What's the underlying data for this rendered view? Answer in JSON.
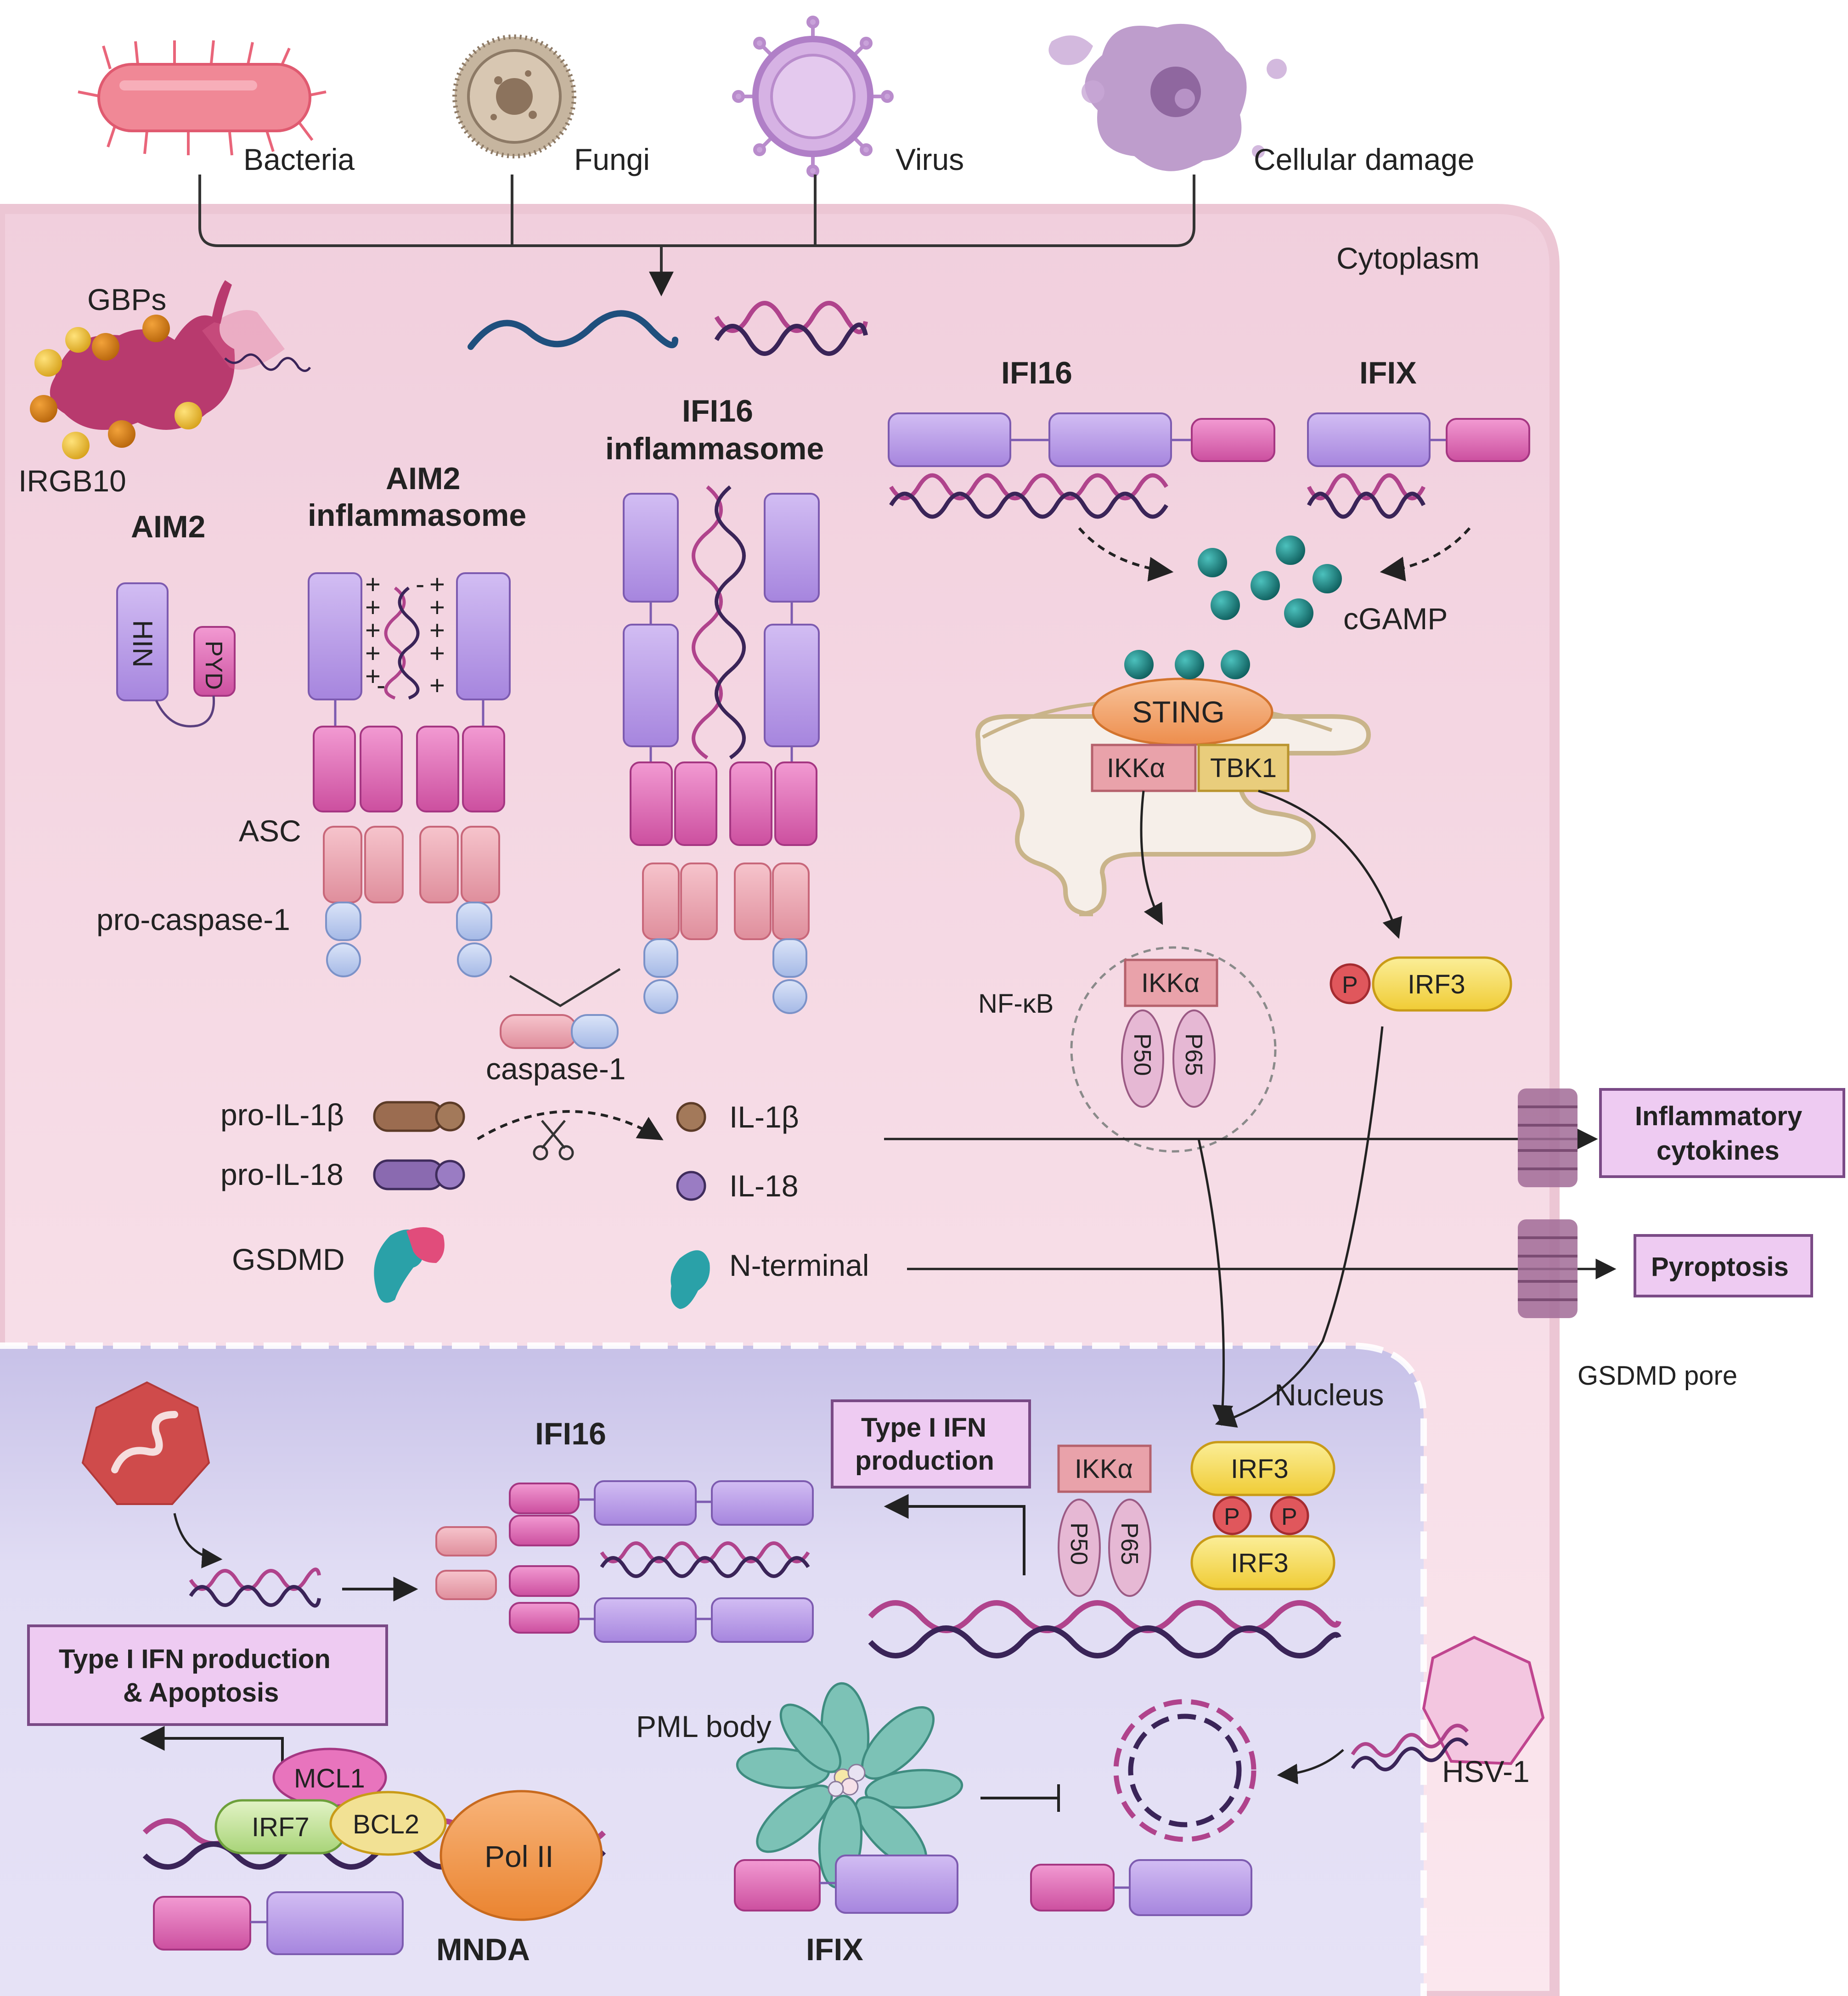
{
  "pathogens": {
    "bacteria": "Bacteria",
    "fungi": "Fungi",
    "virus": "Virus",
    "cellular_damage": "Cellular damage"
  },
  "compartments": {
    "cytoplasm": "Cytoplasm",
    "nucleus": "Nucleus",
    "gsdmd_pore": "GSDMD pore"
  },
  "top_left": {
    "gbps": "GBPs",
    "irgb10": "IRGB10"
  },
  "aim2": {
    "title": "AIM2",
    "hin": "HIN",
    "pyd": "PYD"
  },
  "aim2_inflammasome": {
    "title_line1": "AIM2",
    "title_line2": "inflammasome",
    "asc": "ASC",
    "pro_caspase": "pro-caspase-1",
    "charges_plus": "+",
    "charges_minus": "-"
  },
  "ifi16_inflammasome": {
    "title_line1": "IFI16",
    "title_line2": "inflammasome"
  },
  "caspase": {
    "label": "caspase-1"
  },
  "cytokines": {
    "pro_il1b": "pro-IL-1β",
    "pro_il18": "pro-IL-18",
    "il1b": "IL-1β",
    "il18": "IL-18",
    "gsdmd": "GSDMD",
    "n_terminal": "N-terminal"
  },
  "sensing": {
    "ifi16": "IFI16",
    "ifix": "IFIX",
    "cgamp": "cGAMP",
    "sting": "STING",
    "ikka": "IKKα",
    "tbk1": "TBK1",
    "nfkb": "NF-κB",
    "p50": "P50",
    "p65": "P65",
    "p": "P",
    "irf3": "IRF3"
  },
  "outcomes": {
    "inflammatory_line1": "Inflammatory",
    "inflammatory_line2": "cytokines",
    "pyroptosis": "Pyroptosis",
    "type1_ifn_line1": "Type I IFN",
    "type1_ifn_line2": "production",
    "apoptosis_line1": "Type I IFN production",
    "apoptosis_line2": "& Apoptosis"
  },
  "nucleus_items": {
    "ifi16": "IFI16",
    "ikka": "IKKα",
    "p50": "P50",
    "p65": "P65",
    "irf3_top": "IRF3",
    "irf3_bottom": "IRF3",
    "p": "P",
    "mcl1": "MCL1",
    "irf7": "IRF7",
    "bcl2": "BCL2",
    "pol2": "Pol II",
    "mnda": "MNDA",
    "pml_body": "PML body",
    "ifix": "IFIX",
    "hsv1": "HSV-1"
  },
  "colors": {
    "cytoplasm_fill": "#f7d9e6",
    "nucleus_fill": "#dcd8f2",
    "hin_purple": "#b79be6",
    "pyd_pink": "#e070b8",
    "card_pink": "#eda8b6",
    "caspase_blue": "#b8c8ea",
    "outcome_box": "#eecbf2",
    "sting_orange": "#f2a36a",
    "ikka_red": "#e9a2aa",
    "tbk1_gold": "#e9cd7c",
    "irf3_yellow": "#f6de5d",
    "cgamp_teal": "#1f8a88"
  }
}
